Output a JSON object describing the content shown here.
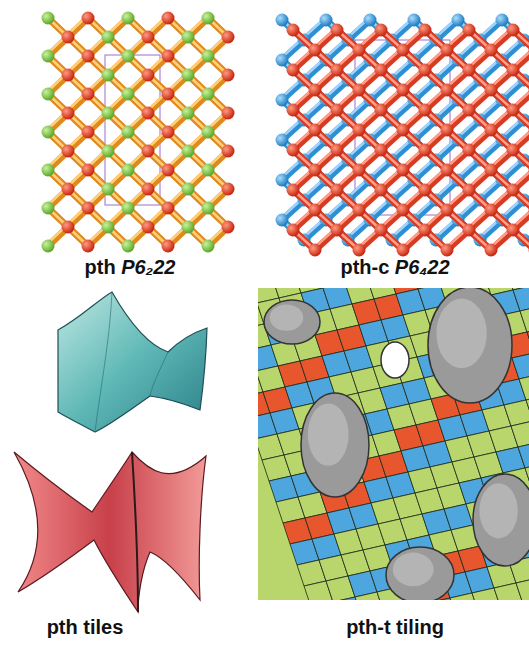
{
  "diagram": {
    "labels": [
      "pth",
      "P6₂22",
      "pth-c",
      "P6₄22",
      "pth",
      "tiles",
      "pth-t",
      "tiling"
    ]
  }
}
